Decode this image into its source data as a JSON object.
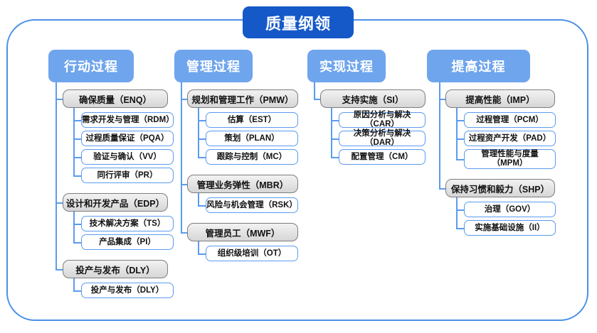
{
  "diagram": {
    "root": {
      "label": "质量纲领"
    },
    "columns": [
      {
        "header": "行动过程",
        "groups": [
          {
            "label": "确保质量（ENQ）",
            "children": [
              "需求开发与管理（RDM）",
              "过程质量保证（PQA）",
              "验证与确认（VV）",
              "同行评审（PR）"
            ]
          },
          {
            "label": "设计和开发产品（EDP）",
            "children": [
              "技术解决方案（TS）",
              "产品集成（PI）"
            ]
          },
          {
            "label": "投产与发布（DLY）",
            "children": [
              "投产与发布（DLY）"
            ]
          }
        ]
      },
      {
        "header": "管理过程",
        "groups": [
          {
            "label": "规划和管理工作（PMW）",
            "children": [
              "估算（EST）",
              "策划（PLAN）",
              "跟踪与控制（MC）"
            ]
          },
          {
            "label": "管理业务弹性（MBR）",
            "children": [
              "风险与机会管理（RSK）"
            ]
          },
          {
            "label": "管理员工（MWF）",
            "children": [
              "组织级培训（OT）"
            ]
          }
        ]
      },
      {
        "header": "实现过程",
        "groups": [
          {
            "label": "支持实施（SI）",
            "children": [
              "原因分析与解决（CAR）",
              "决策分析与解决（DAR）",
              "配置管理（CM）"
            ]
          }
        ]
      },
      {
        "header": "提高过程",
        "groups": [
          {
            "label": "提高性能（IMP）",
            "children": [
              "过程管理（PCM）",
              "过程资产开发（PAD）",
              "管理性能与度量\n（MPM）"
            ]
          },
          {
            "label": "保持习惯和毅力（SHP）",
            "children": [
              "治理（GOV）",
              "实施基础设施（II）"
            ]
          }
        ]
      }
    ],
    "colors": {
      "root_fill": "#1559c9",
      "header_fill": "#6fa5ec",
      "group_border": "#7d7d7d",
      "group_fill": "#e4e4e4",
      "leaf_border": "#5b9bf0",
      "leaf_fill": "#ffffff",
      "frame_border": "#4a90e8",
      "connector": "#5b9bf0"
    }
  }
}
